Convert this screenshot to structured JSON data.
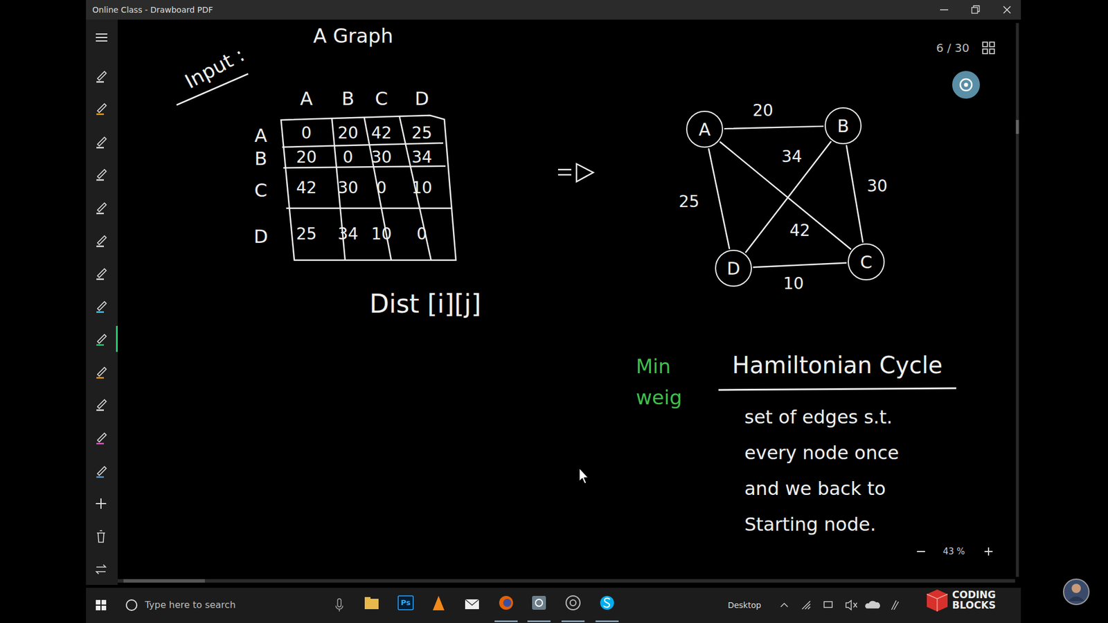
{
  "diagram": {
    "nodes": [
      {
        "text": [
          "A"
        ]
      },
      {
        "text": [
          "B"
        ]
      },
      {
        "text": [
          "C"
        ]
      },
      {
        "text": [
          "D"
        ]
      }
    ],
    "edges": [
      {
        "from": 0,
        "to": 1,
        "label": "20",
        "arrow": "none"
      },
      {
        "from": 0,
        "to": 3,
        "label": "25",
        "arrow": "none"
      },
      {
        "from": 0,
        "to": 2,
        "label": "42",
        "arrow": "none"
      },
      {
        "from": 1,
        "to": 3,
        "label": "34",
        "arrow": "none"
      },
      {
        "from": 1,
        "to": 2,
        "label": "30",
        "arrow": "none"
      },
      {
        "from": 3,
        "to": 2,
        "label": "10",
        "arrow": "none"
      }
    ],
    "labels": [
      "Online Class - Drawboard PDF",
      "6 / 30",
      "Input :",
      "A Graph",
      "A",
      "B",
      "C",
      "D",
      "A",
      "B",
      "C",
      "D",
      "0",
      "20",
      "42",
      "25",
      "20",
      "0",
      "30",
      "34",
      "42",
      "30",
      "0",
      "10",
      "25",
      "34",
      "10",
      "0",
      "Dist [i][j]",
      "Min weig",
      "Hamiltonian Cycle",
      "set of edges s.t. every node once and we back to Starting node.",
      "43 %",
      "Type here to search",
      "Ps",
      "Desktop",
      "CODING BLOCKS"
    ]
  }
}
